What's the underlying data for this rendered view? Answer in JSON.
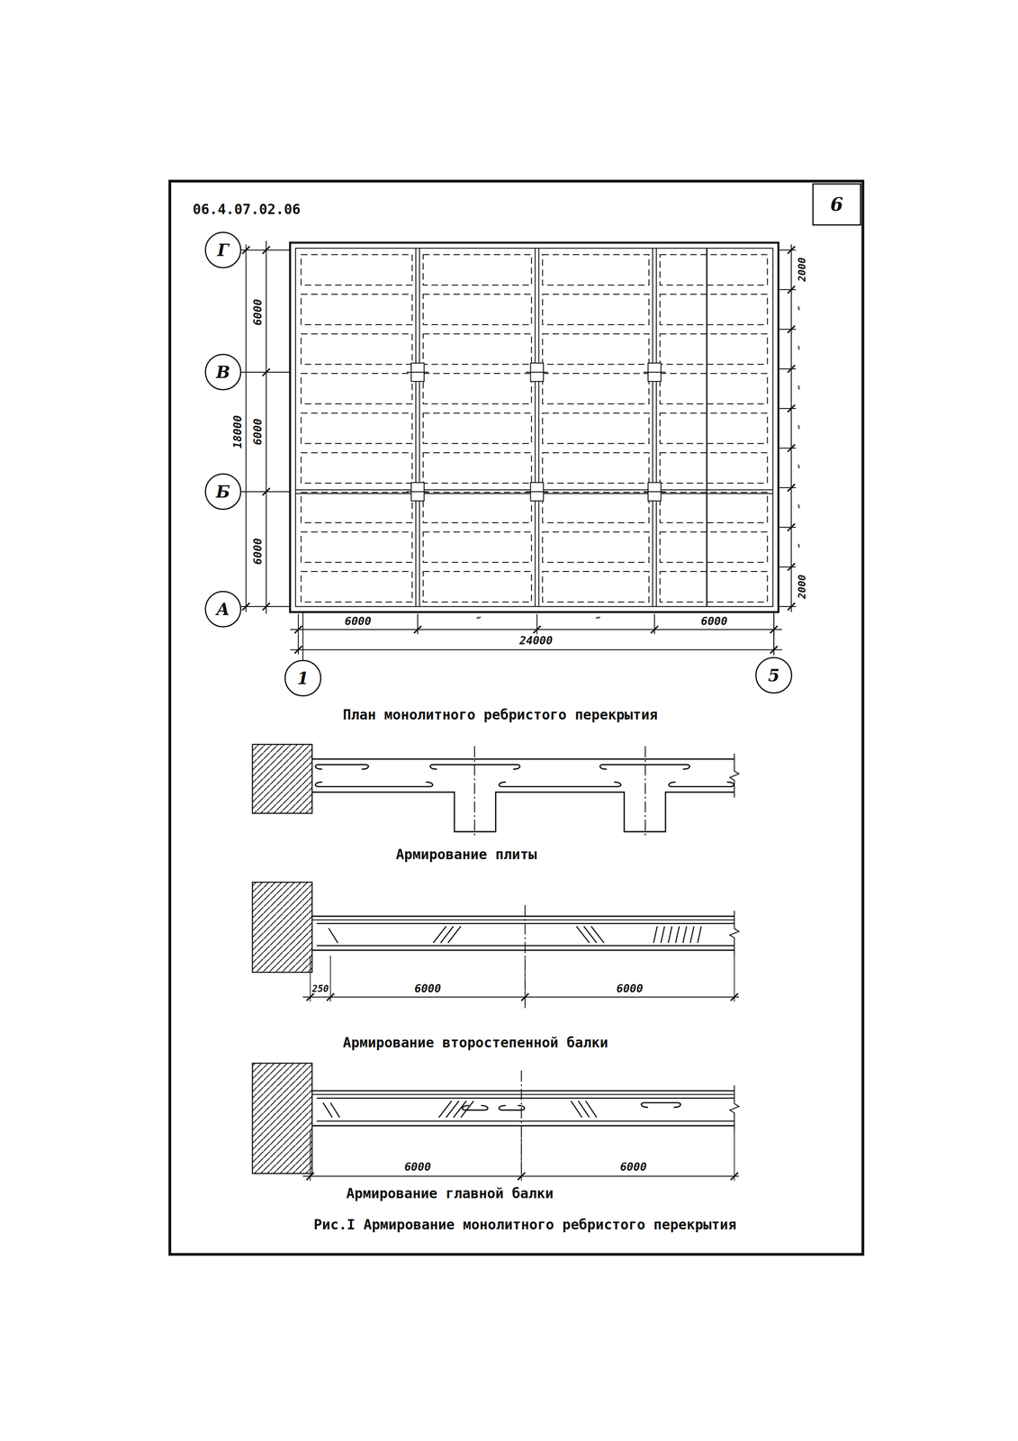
{
  "diagram": {
    "caption": "Рис.I Армирование монолитного ребристого перекрытия",
    "nodes": [
      {
        "text": [
          "6"
        ]
      },
      {
        "text": [
          "Г"
        ]
      },
      {
        "text": [
          "В"
        ]
      },
      {
        "text": [
          "Б"
        ]
      },
      {
        "text": [
          "А"
        ]
      },
      {
        "text": [
          "1"
        ]
      },
      {
        "text": [
          "5"
        ]
      }
    ],
    "edges": [],
    "labels": [
      "06.4.07.02.06",
      "6000",
      "6000",
      "6000",
      "18000",
      "6000",
      "″",
      "″",
      "6000",
      "24000",
      "2000",
      "″",
      "″",
      "″",
      "″",
      "″",
      "″",
      "″",
      "2000",
      "План монолитного ребристого перекрытия",
      "Армирование плиты",
      "250",
      "6000",
      "6000",
      "Армирование второстепенной балки",
      "6000",
      "6000",
      "Армирование главной балки"
    ]
  }
}
